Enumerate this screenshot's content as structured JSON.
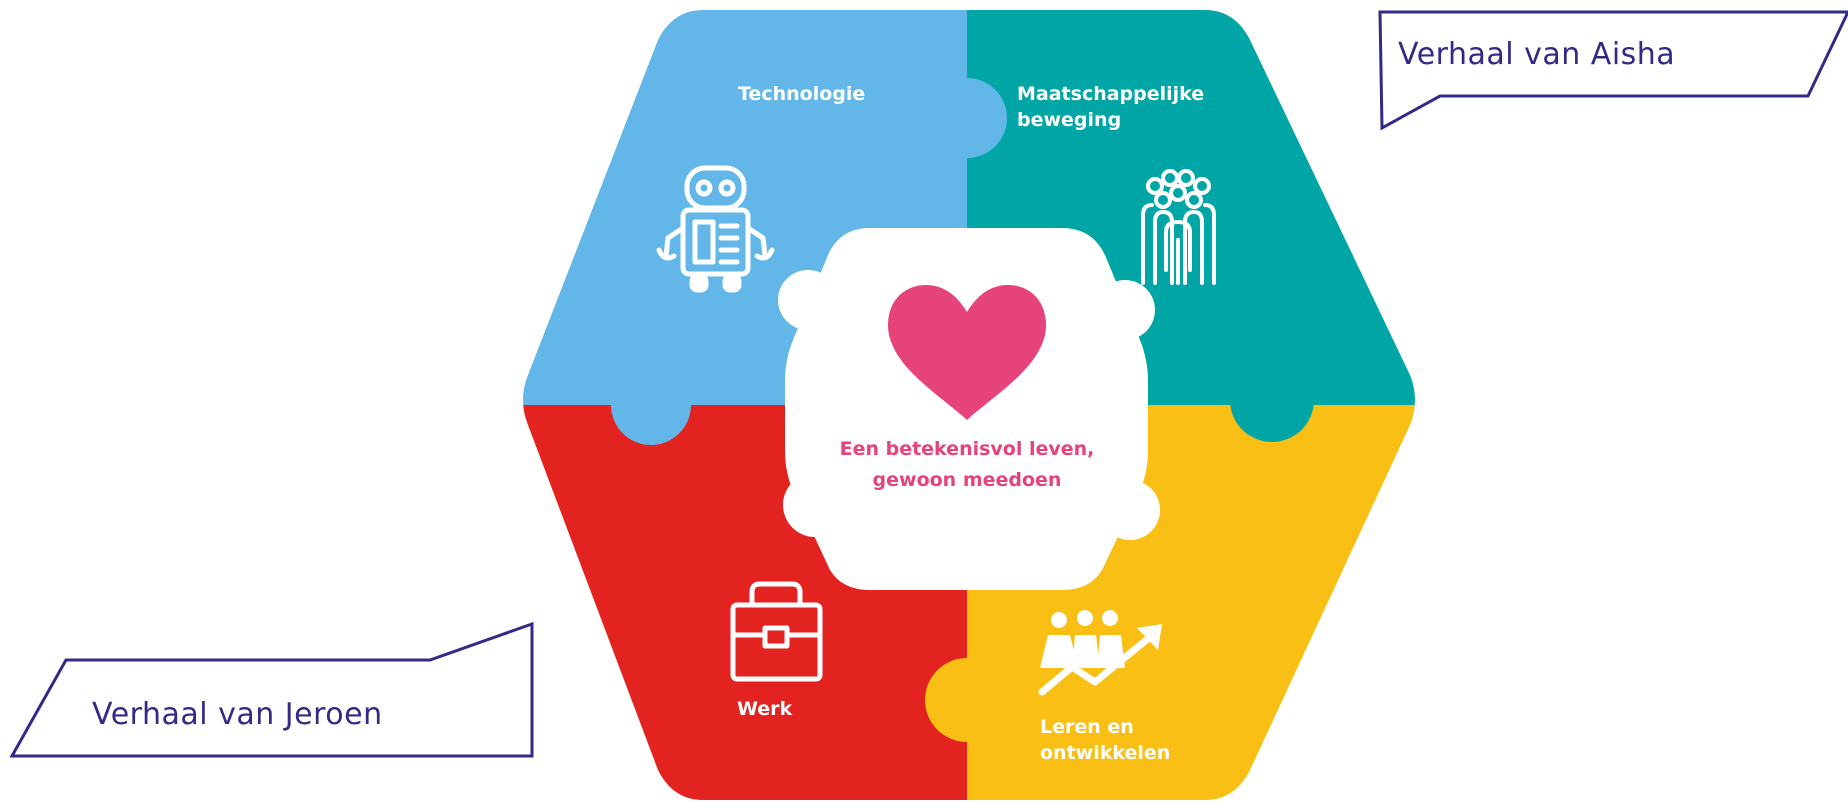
{
  "colors": {
    "technologie": "#62b7e8",
    "maatschappij": "#00a6a6",
    "werk": "#e3231f",
    "leren": "#f9bf14",
    "heart": "#e5437a",
    "center_text": "#e5437a",
    "callout_stroke": "#322a87",
    "callout_text": "#322a87"
  },
  "segments": {
    "technologie": {
      "label": "Technologie",
      "icon": "robot-icon"
    },
    "maatschappij": {
      "line1": "Maatschappelijke",
      "line2": "beweging",
      "icon": "people-group-icon"
    },
    "werk": {
      "label": "Werk",
      "icon": "briefcase-icon"
    },
    "leren": {
      "line1": "Leren en",
      "line2": "ontwikkelen",
      "icon": "growth-chart-icon"
    }
  },
  "center": {
    "line1": "Een betekenisvol leven,",
    "line2": "gewoon meedoen",
    "icon": "heart-icon"
  },
  "callouts": {
    "aisha": "Verhaal van Aisha",
    "jeroen": "Verhaal van Jeroen"
  }
}
